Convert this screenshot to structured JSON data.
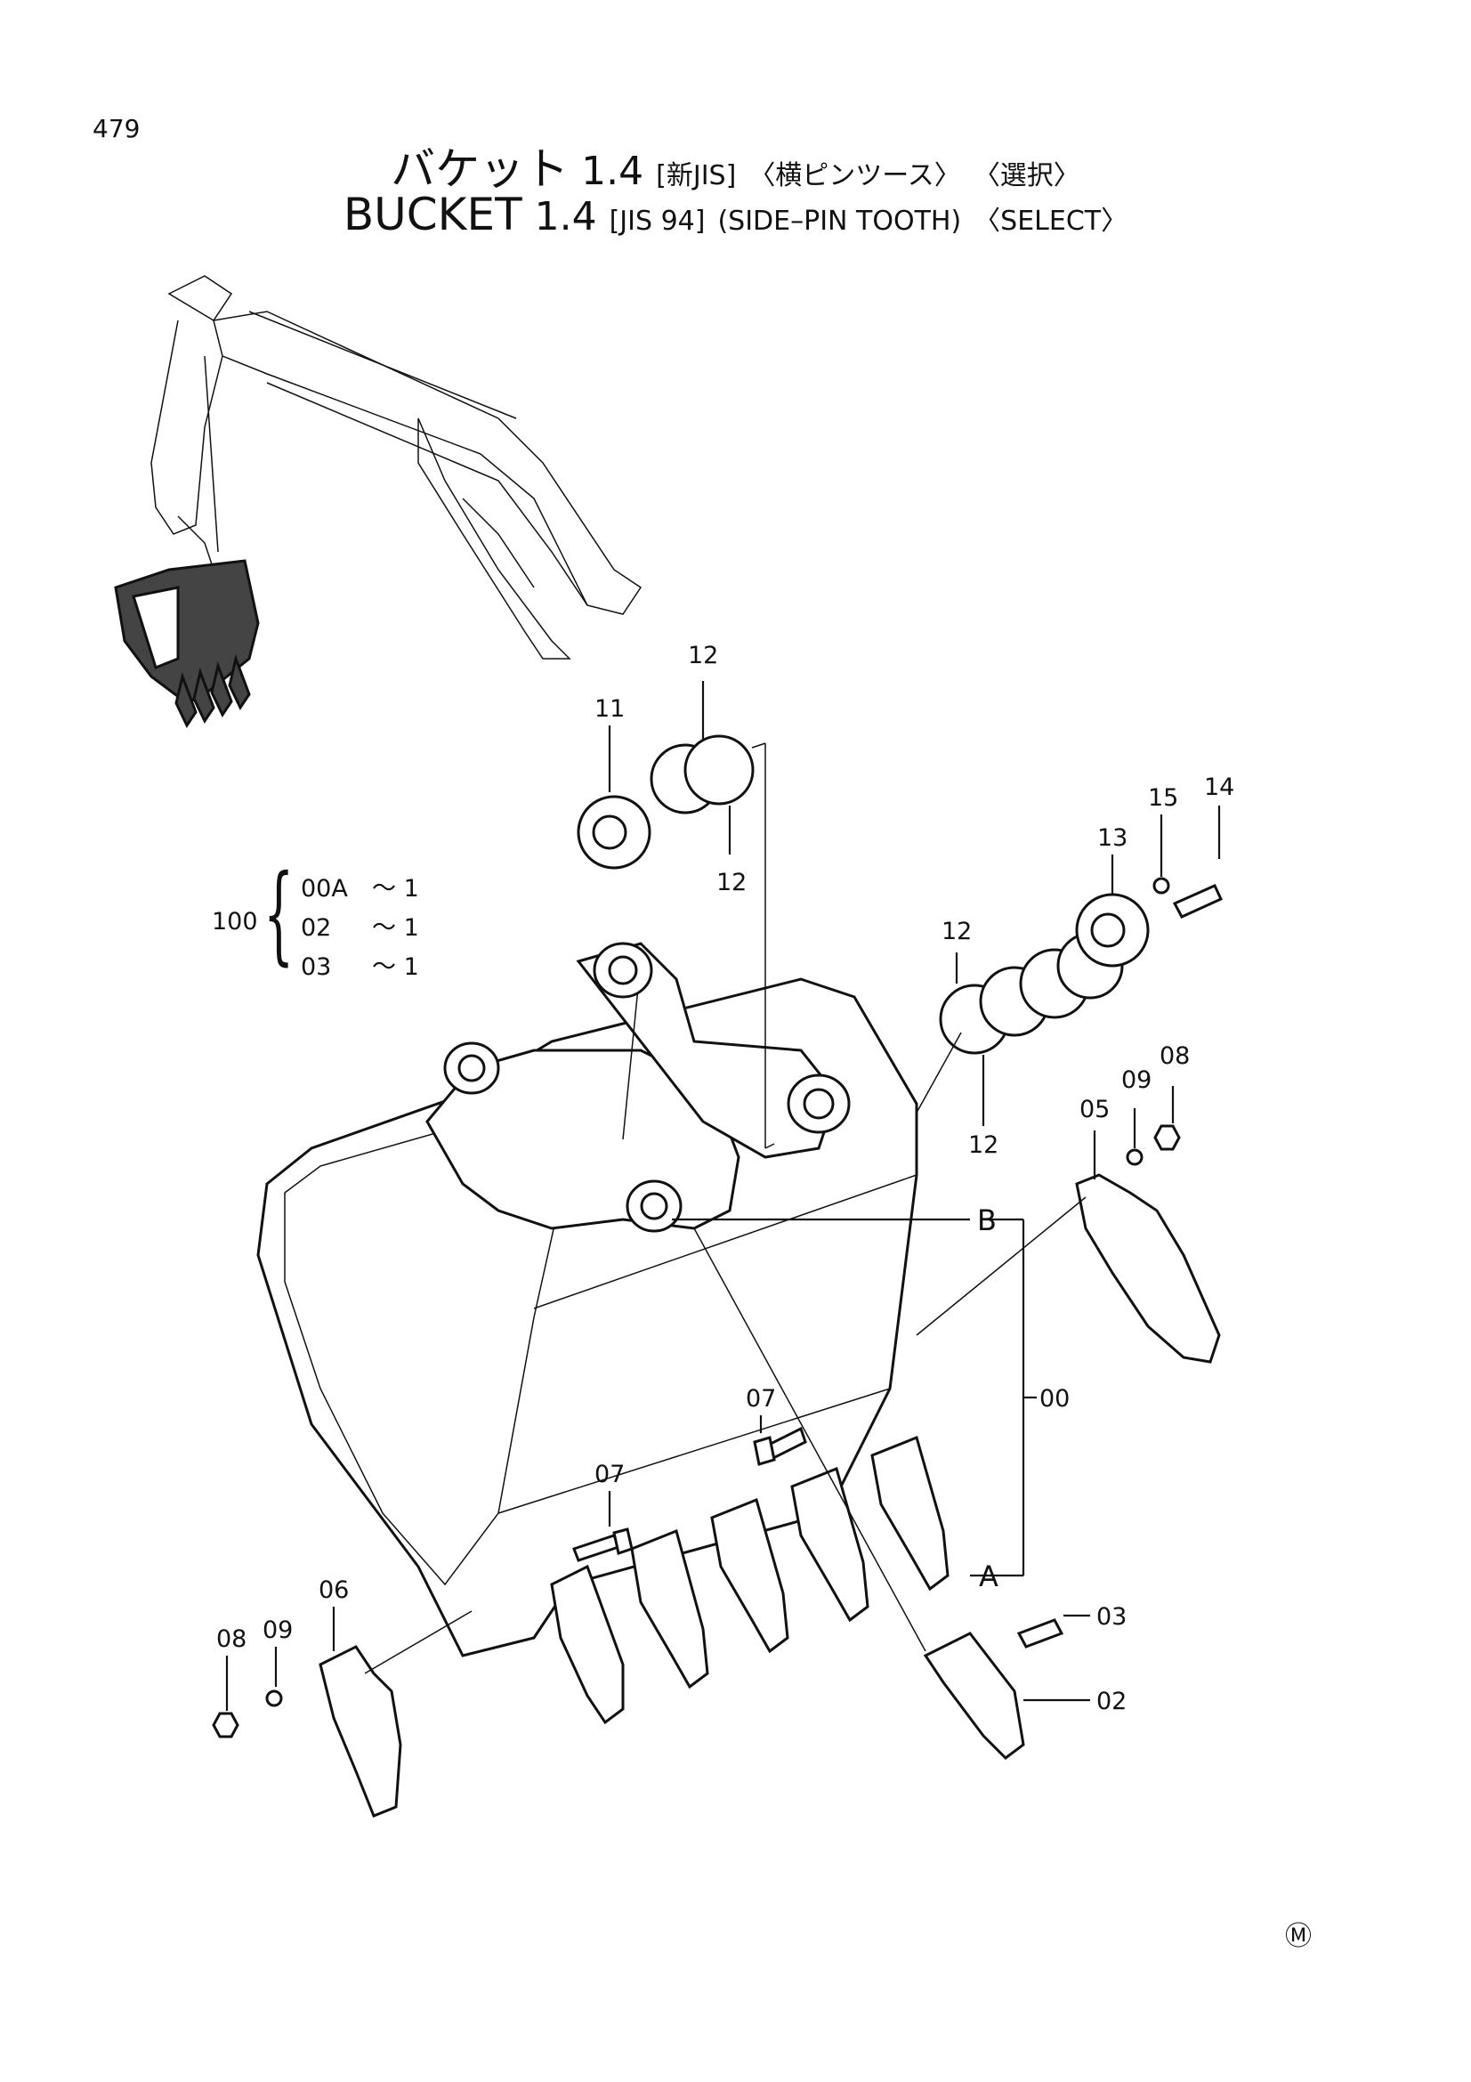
{
  "page_number": "479",
  "title_jp": {
    "main": "バケット",
    "size": "1.4",
    "std": "[新JIS]",
    "type": "〈横ピンツース〉",
    "option": "〈選択〉"
  },
  "title_en": {
    "main": "BUCKET",
    "size": "1.4",
    "std": "[JIS 94]",
    "type": "(SIDE–PIN TOOTH)",
    "option": "〈SELECT〉"
  },
  "kit": {
    "number": "100",
    "items": [
      {
        "code": "00A",
        "qty": "～ 1"
      },
      {
        "code": "02",
        "qty": "～ 1"
      },
      {
        "code": "03",
        "qty": "～ 1"
      }
    ]
  },
  "callouts": {
    "c11": "11",
    "c12_top": "12",
    "c12_under": "12",
    "c12_right": "12",
    "c12_right_under": "12",
    "c13": "13",
    "c14": "14",
    "c15": "15",
    "c08_right": "08",
    "c09_right": "09",
    "c05": "05",
    "c07_upper": "07",
    "c07_lower": "07",
    "c00": "00",
    "c06": "06",
    "c08_left": "08",
    "c09_left": "09",
    "c03": "03",
    "c02": "02",
    "cA": "A",
    "cB": "B"
  },
  "mark": "Ⓜ"
}
